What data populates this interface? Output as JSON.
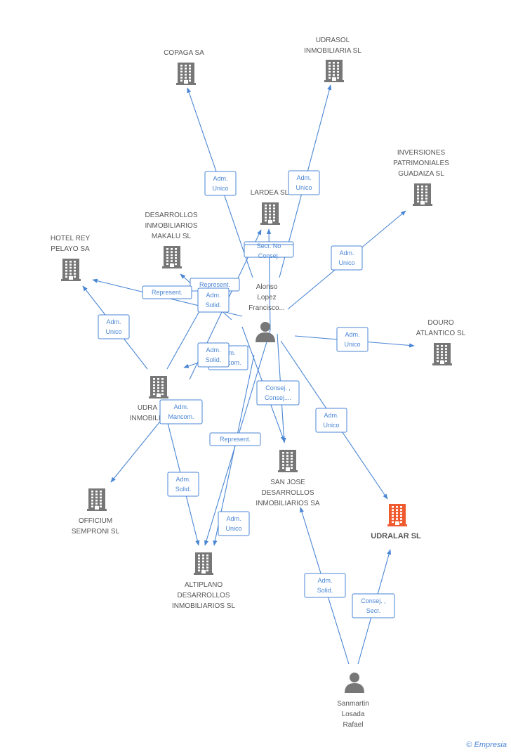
{
  "nodes": [
    {
      "id": "copaga",
      "type": "company",
      "label": [
        "COPAGA SA"
      ]
    },
    {
      "id": "udrasol",
      "type": "company",
      "label": [
        "UDRASOL",
        "INMOBILIARIA SL"
      ]
    },
    {
      "id": "inversiones",
      "type": "company",
      "label": [
        "INVERSIONES",
        "PATRIMONIALES",
        "GUADAIZA SL"
      ]
    },
    {
      "id": "lardea",
      "type": "company",
      "label": [
        "LARDEA SL"
      ]
    },
    {
      "id": "makalu",
      "type": "company",
      "label": [
        "DESARROLLOS",
        "INMOBILIARIOS",
        "MAKALU SL"
      ]
    },
    {
      "id": "hotel",
      "type": "company",
      "label": [
        "HOTEL REY",
        "PELAYO SA"
      ]
    },
    {
      "id": "alonso",
      "type": "person",
      "label": [
        "Alonso",
        "Lopez",
        "Francisco..."
      ]
    },
    {
      "id": "douro",
      "type": "company",
      "label": [
        "DOURO",
        "ATLANTICO SL"
      ]
    },
    {
      "id": "udra",
      "type": "company",
      "label": [
        "UDRA",
        "INMOBILIA"
      ]
    },
    {
      "id": "sanjose",
      "type": "company",
      "label": [
        "SAN JOSE",
        "DESARROLLOS",
        "INMOBILIARIOS SA"
      ]
    },
    {
      "id": "udralar",
      "type": "company",
      "highlight": true,
      "label": [
        "UDRALAR SL"
      ]
    },
    {
      "id": "officium",
      "type": "company",
      "label": [
        "OFFICIUM",
        "SEMPRONI SL"
      ]
    },
    {
      "id": "altiplano",
      "type": "company",
      "label": [
        "ALTIPLANO",
        "DESARROLLOS",
        "INMOBILIARIOS SL"
      ]
    },
    {
      "id": "sanmartin",
      "type": "person",
      "label": [
        "Sanmartin",
        "Losada",
        "Rafael"
      ]
    }
  ],
  "edges": [
    {
      "from": "alonso",
      "to": "copaga",
      "label": [
        "Adm.",
        "Unico"
      ]
    },
    {
      "from": "alonso",
      "to": "udrasol",
      "label": [
        "Adm.",
        "Unico"
      ]
    },
    {
      "from": "alonso",
      "to": "inversiones",
      "label": [
        "Adm.",
        "Unico"
      ]
    },
    {
      "from": "alonso",
      "to": "lardea",
      "label": [
        "Represent."
      ]
    },
    {
      "from": "alonso",
      "to": "makalu",
      "label": [
        "Represent."
      ]
    },
    {
      "from": "alonso",
      "to": "hotel",
      "label": [
        "Represent."
      ]
    },
    {
      "from": "alonso",
      "to": "douro",
      "label": [
        "Adm.",
        "Unico"
      ]
    },
    {
      "from": "alonso",
      "to": "udralar",
      "label": [
        "Adm.",
        "Unico"
      ]
    },
    {
      "from": "alonso",
      "to": "sanjose",
      "label": [
        "Consej. ,",
        "Consej...."
      ]
    },
    {
      "from": "alonso",
      "to": "udra",
      "label": [
        "Adm.",
        "Mancom."
      ]
    },
    {
      "from": "alonso",
      "to": "altiplano",
      "label": [
        "Represent."
      ]
    },
    {
      "from": "udra",
      "to": "hotel",
      "label": [
        "Adm.",
        "Unico"
      ]
    },
    {
      "from": "udra",
      "to": "makalu",
      "label": [
        "Adm.",
        "Solid."
      ]
    },
    {
      "from": "udra",
      "to": "lardea",
      "label": [
        "Adm.",
        "Solid."
      ]
    },
    {
      "from": "udra",
      "to": "officium",
      "label": [
        "Adm.",
        "Mancom."
      ]
    },
    {
      "from": "udra",
      "to": "altiplano",
      "label": [
        "Adm.",
        "Solid."
      ]
    },
    {
      "from": "udra",
      "to": "sanjose",
      "label": [
        "Adm.",
        "Unico"
      ]
    },
    {
      "from": "sanjose",
      "to": "altiplano",
      "label": [
        "Adm.",
        "Solid."
      ]
    },
    {
      "from": "sanmartin",
      "to": "sanjose",
      "label": [
        "Consej. ,",
        "Secr."
      ]
    },
    {
      "from": "sanmartin",
      "to": "udralar",
      "label": [
        "Secr.  No",
        "Consej."
      ]
    }
  ],
  "colors": {
    "edge": "#4a86d4",
    "node": "#777777",
    "highlight": "#ef5a2f",
    "label_text": "#555555"
  },
  "watermark": {
    "symbol": "©",
    "brand": "Empresia"
  }
}
